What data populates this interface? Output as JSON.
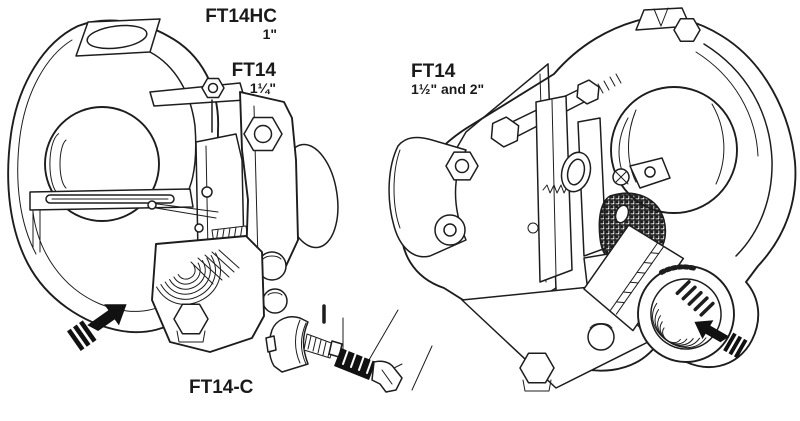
{
  "colors": {
    "background": "#ffffff",
    "line": "#1d1d1d",
    "arrow_fill": "#111111"
  },
  "labels": {
    "ft14hc": {
      "model": "FT14HC",
      "size": "1\""
    },
    "ft14_medium": {
      "model": "FT14",
      "size": "1¼\""
    },
    "ft14_large": {
      "model": "FT14",
      "size": "1½\" and 2\""
    },
    "ft14c": {
      "model": "FT14-C"
    }
  },
  "arrows": {
    "left": "flow-arrow-up-right",
    "right": "flow-arrow-up-left"
  }
}
